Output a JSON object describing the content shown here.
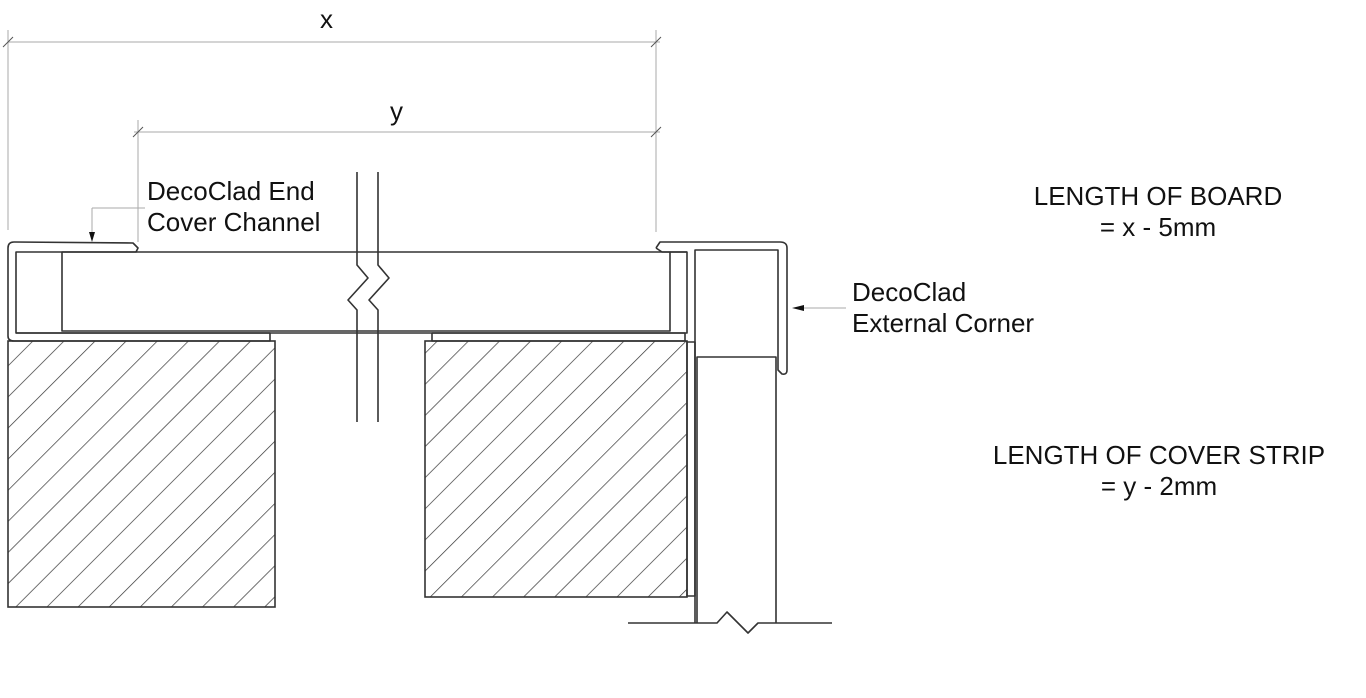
{
  "dimensions": {
    "x_label": "x",
    "y_label": "y"
  },
  "labels": {
    "end_cover_channel": [
      "DecoClad End",
      "Cover Channel"
    ],
    "external_corner": [
      "DecoClad",
      "External Corner"
    ],
    "length_of_board": [
      "LENGTH OF BOARD",
      "= x - 5mm"
    ],
    "length_of_cover_strip": [
      "LENGTH OF COVER STRIP",
      "= y - 2mm"
    ]
  },
  "colors": {
    "line": "#333333",
    "thin_line": "#999999"
  }
}
